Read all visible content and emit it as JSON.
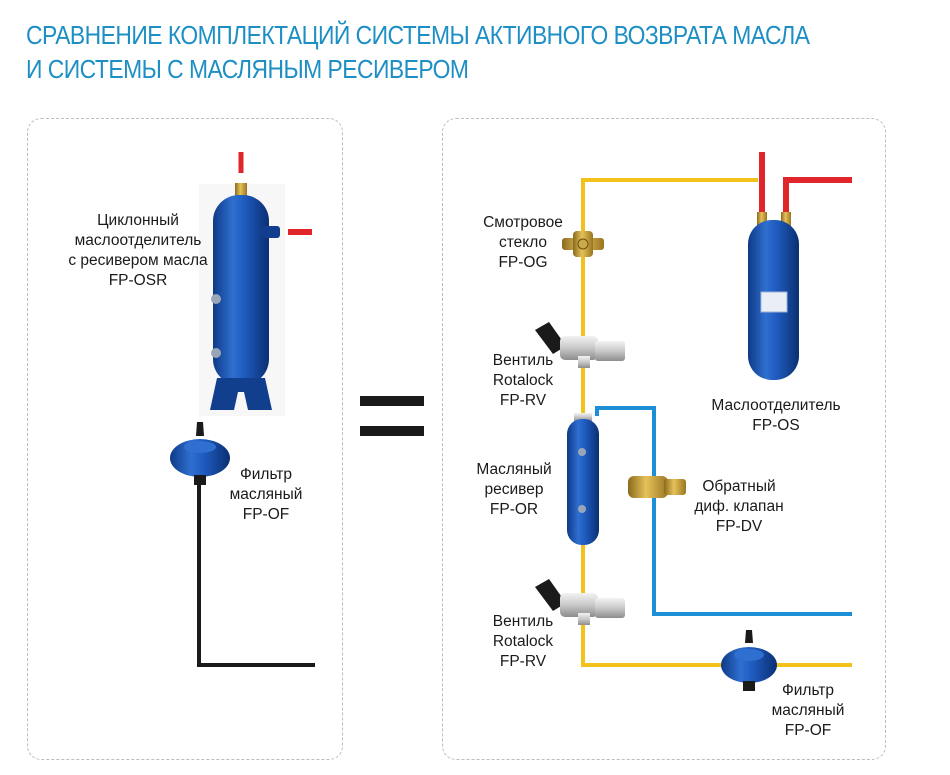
{
  "title": {
    "line1": "СРАВНЕНИЕ КОМПЛЕКТАЦИЙ СИСТЕМЫ АКТИВНОГО ВОЗВРАТА МАСЛА",
    "line2": "И СИСТЕМЫ С МАСЛЯНЫМ РЕСИВЕРОМ"
  },
  "left": {
    "separator": {
      "name": [
        "Циклонный",
        "маслоотделитель",
        "с ресивером масла"
      ],
      "code": "FP-OSR"
    },
    "filter": {
      "name": [
        "Фильтр",
        "масляный"
      ],
      "code": "FP-OF"
    }
  },
  "right": {
    "sight_glass": {
      "name": [
        "Смотровое",
        "стекло"
      ],
      "code": "FP-OG"
    },
    "valve_top": {
      "name": [
        "Вентиль",
        "Rotalock"
      ],
      "code": "FP-RV"
    },
    "oil_separator": {
      "name": [
        "Маслоотделитель"
      ],
      "code": "FP-OS"
    },
    "receiver": {
      "name": [
        "Масляный",
        "ресивер"
      ],
      "code": "FP-OR"
    },
    "check_valve": {
      "name": [
        "Обратный",
        "диф. клапан"
      ],
      "code": "FP-DV"
    },
    "valve_bottom": {
      "name": [
        "Вентиль",
        "Rotalock"
      ],
      "code": "FP-RV"
    },
    "filter": {
      "name": [
        "Фильтр",
        "масляный"
      ],
      "code": "FP-OF"
    }
  },
  "colors": {
    "title": "#1d8fc4",
    "pipe_red": "#e0252b",
    "pipe_yellow": "#f2c21a",
    "pipe_blue": "#1c8fd6",
    "pipe_black": "#1a1a1a",
    "component_blue": "#1b4fa8"
  }
}
